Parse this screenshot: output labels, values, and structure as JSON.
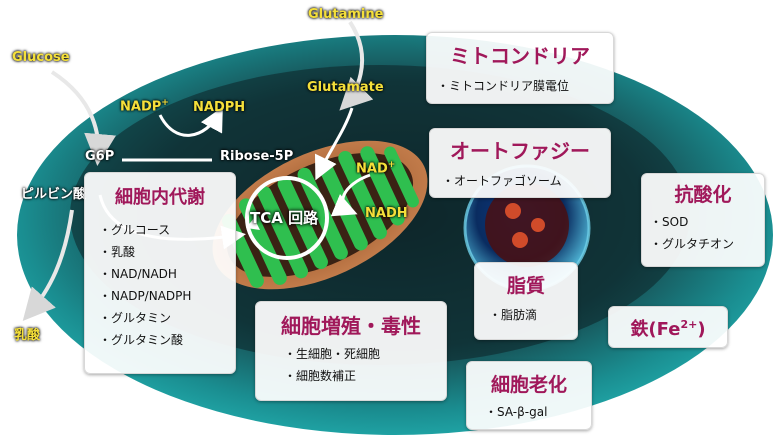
{
  "metabolites": {
    "glucose": "Glucose",
    "glutamine": "Glutamine",
    "glutamate": "Glutamate",
    "nadp_plus": "NADP",
    "nadp_plus_sup": "+",
    "nadph": "NADPH",
    "g6p": "G6P",
    "ribose5p": "Ribose-5P",
    "nad_plus": "NAD",
    "nad_plus_sup": "+",
    "nadh": "NADH",
    "pyruvate": "ピルビン酸",
    "lactate": "乳酸",
    "tca": "TCA 回路"
  },
  "boxes": {
    "metabolism": {
      "title": "細胞内代謝",
      "items": [
        "グルコース",
        "乳酸",
        "NAD/NADH",
        "NADP/NADPH",
        "グルタミン",
        "グルタミン酸"
      ]
    },
    "mitochondria": {
      "title": "ミトコンドリア",
      "items": [
        "ミトコンドリア膜電位"
      ]
    },
    "autophagy": {
      "title": "オートファジー",
      "items": [
        "オートファゴソーム"
      ]
    },
    "antioxidant": {
      "title": "抗酸化",
      "items": [
        "SOD",
        "グルタチオン"
      ]
    },
    "lipid": {
      "title": "脂質",
      "items": [
        "脂肪滴"
      ]
    },
    "iron": {
      "title": "鉄(Fe",
      "sup": "2+",
      "close": ")"
    },
    "proliferation": {
      "title": "細胞増殖・毒性",
      "items": [
        "生細胞・死細胞",
        "細胞数補正"
      ]
    },
    "senescence": {
      "title": "細胞老化",
      "items": [
        "SA-β-gal"
      ]
    }
  },
  "colors": {
    "cell": "#1a9a9c",
    "cell_dark": "#0d2f33",
    "mito_outer": "#b0643a",
    "cristae": "#2fbf4f",
    "title_accent": "#a0185a",
    "metabolite_yellow": "#f5e03a"
  }
}
